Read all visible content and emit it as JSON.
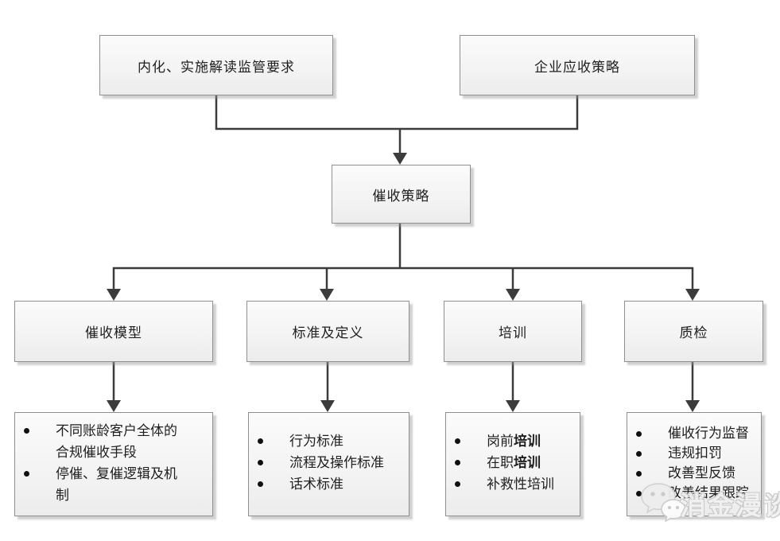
{
  "diagram": {
    "type": "flowchart",
    "colors": {
      "box_fill": "#f3f3f3",
      "box_border": "#8f8f8f",
      "connector": "#3c3c3c",
      "text": "#1f1f1f",
      "watermark_gray": "#c6c6c6"
    },
    "nodes": {
      "regulatory": {
        "label": "内化、实施解读监管要求"
      },
      "receivable": {
        "label": "企业应收策略"
      },
      "strategy": {
        "label": "催收策略"
      },
      "model": {
        "label": "催收模型"
      },
      "standards": {
        "label": "标准及定义"
      },
      "training": {
        "label": "培训"
      },
      "qa": {
        "label": "质检"
      }
    },
    "details": {
      "model": {
        "bullets": [
          [
            {
              "t": "不同账龄客户全体的合规催收手段",
              "b": false
            }
          ],
          [
            {
              "t": "停催、复催逻辑及机制",
              "b": false
            }
          ]
        ]
      },
      "standards": {
        "bullets": [
          [
            {
              "t": "行为标准",
              "b": false
            }
          ],
          [
            {
              "t": "流程及操作标准",
              "b": false
            }
          ],
          [
            {
              "t": "话术标准",
              "b": false
            }
          ]
        ]
      },
      "training": {
        "bullets": [
          [
            {
              "t": "岗前",
              "b": false
            },
            {
              "t": "培训",
              "b": true
            }
          ],
          [
            {
              "t": "在职",
              "b": false
            },
            {
              "t": "培训",
              "b": true
            }
          ],
          [
            {
              "t": "补救性培训",
              "b": false
            }
          ]
        ]
      },
      "qa": {
        "bullets": [
          [
            {
              "t": "催收行为监督",
              "b": false
            }
          ],
          [
            {
              "t": "违规扣罚",
              "b": false
            }
          ],
          [
            {
              "t": "改善型反馈",
              "b": false
            }
          ],
          [
            {
              "t": "改善结果跟踪",
              "b": false
            }
          ]
        ]
      }
    },
    "edges": [
      {
        "from": "regulatory",
        "to": "strategy"
      },
      {
        "from": "receivable",
        "to": "strategy"
      },
      {
        "from": "strategy",
        "to": "model"
      },
      {
        "from": "strategy",
        "to": "standards"
      },
      {
        "from": "strategy",
        "to": "training"
      },
      {
        "from": "strategy",
        "to": "qa"
      },
      {
        "from": "model",
        "to": "model-detail"
      },
      {
        "from": "standards",
        "to": "standards-detail"
      },
      {
        "from": "training",
        "to": "training-detail"
      },
      {
        "from": "qa",
        "to": "qa-detail"
      }
    ]
  },
  "watermark": {
    "text": "消金漫谈",
    "icon": "wechat-bubbles-icon"
  }
}
